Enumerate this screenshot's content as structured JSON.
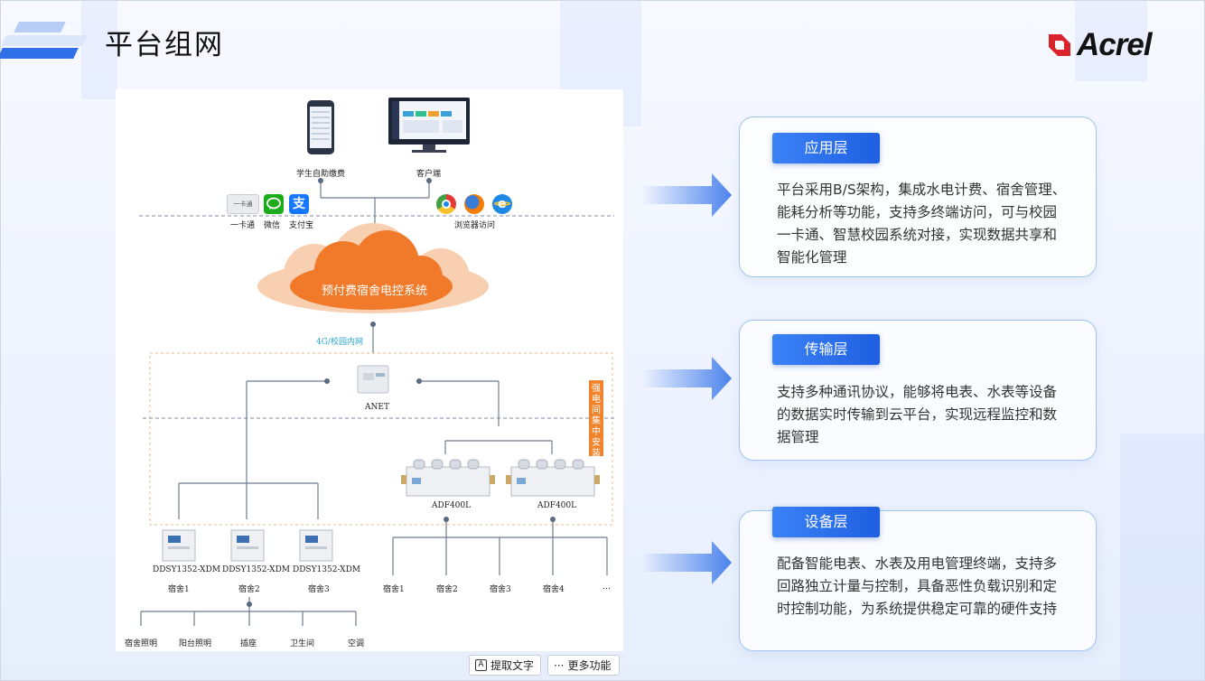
{
  "page": {
    "title": "平台组网"
  },
  "logo": {
    "text": "Acrel",
    "icon": "acrel-logo-mark"
  },
  "diagram": {
    "terminals": {
      "mobile": "学生自助缴费",
      "desktop": "客户端"
    },
    "payments": {
      "card": "一卡通",
      "card_face": "一卡通",
      "wechat": "微信",
      "alipay": "支付宝",
      "alipay_glyph": "支"
    },
    "browser_label": "浏览器访问",
    "cloud": "预付费宿舍电控系统",
    "network": "4G/校园内网",
    "gateway": "ANET",
    "zone_tag": "强电间集中安装",
    "adf": [
      "ADF400L",
      "ADF400L"
    ],
    "meters": [
      "DDSY1352-XDM",
      "DDSY1352-XDM",
      "DDSY1352-XDM"
    ],
    "meter_rooms": [
      "宿舍1",
      "宿舍2",
      "宿舍3"
    ],
    "adf_rooms": [
      "宿舍1",
      "宿舍2",
      "宿舍3",
      "宿舍4",
      "…"
    ],
    "loads": [
      "宿舍照明",
      "阳台照明",
      "插座",
      "卫生间",
      "空调"
    ]
  },
  "cards": [
    {
      "tag": "应用层",
      "body": "平台采用B/S架构，集成水电计费、宿舍管理、能耗分析等功能，支持多终端访问，可与校园一卡通、智慧校园系统对接，实现数据共享和智能化管理"
    },
    {
      "tag": "传输层",
      "body": "支持多种通讯协议，能够将电表、水表等设备的数据实时传输到云平台，实现远程监控和数据管理"
    },
    {
      "tag": "设备层",
      "body": "配备智能电表、水表及用电管理终端，支持多回路独立计量与控制，具备恶性负载识别和定时控制功能，为系统提供稳定可靠的硬件支持"
    }
  ],
  "toolbar": {
    "extract_text": "提取文字",
    "more": "更多功能"
  },
  "colors": {
    "accent": "#2f6fe8",
    "cloud": "#f07a2a",
    "cloud_light": "#f8cfb0",
    "logo_red": "#d9242b"
  }
}
